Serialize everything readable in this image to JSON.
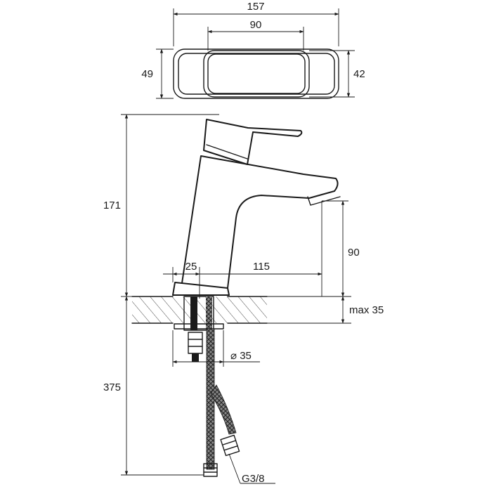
{
  "dimensions": {
    "top_width": "157",
    "handle_width": "90",
    "top_depth": "49",
    "handle_depth": "42",
    "height": "171",
    "base_offset": "25",
    "spout_reach": "115",
    "spout_clearance": "90",
    "counter_thickness": "max 35",
    "shank_diameter": "⌀ 35",
    "hose_length": "375",
    "thread": "G3/8"
  }
}
